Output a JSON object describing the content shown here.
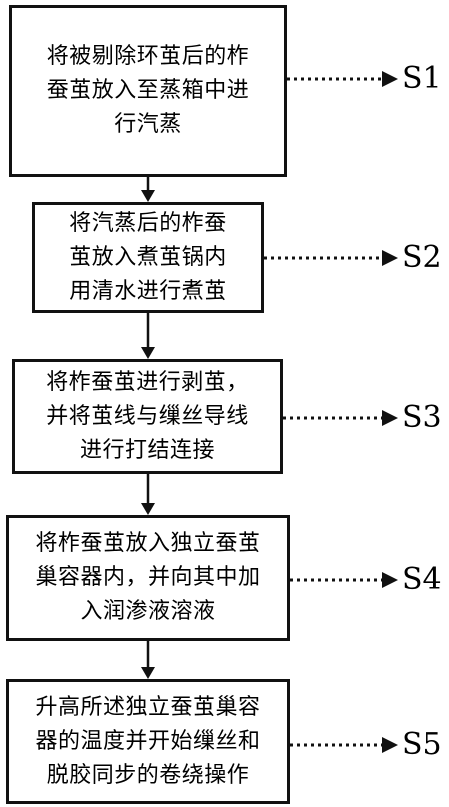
{
  "steps": [
    {
      "id": "S1",
      "text": "将被剔除环茧后的柞\n蚕茧放入至蒸箱中进\n行汽蒸"
    },
    {
      "id": "S2",
      "text": "将汽蒸后的柞蚕\n茧放入煮茧锅内\n用清水进行煮茧"
    },
    {
      "id": "S3",
      "text": "将柞蚕茧进行剥茧，\n并将茧线与缫丝导线\n进行打结连接"
    },
    {
      "id": "S4",
      "text": "将柞蚕茧放入独立蚕茧\n巢容器内，并向其中加\n入润渗液溶液"
    },
    {
      "id": "S5",
      "text": "升高所述独立蚕茧巢容\n器的温度并开始缫丝和\n脱胶同步的卷绕操作"
    }
  ]
}
